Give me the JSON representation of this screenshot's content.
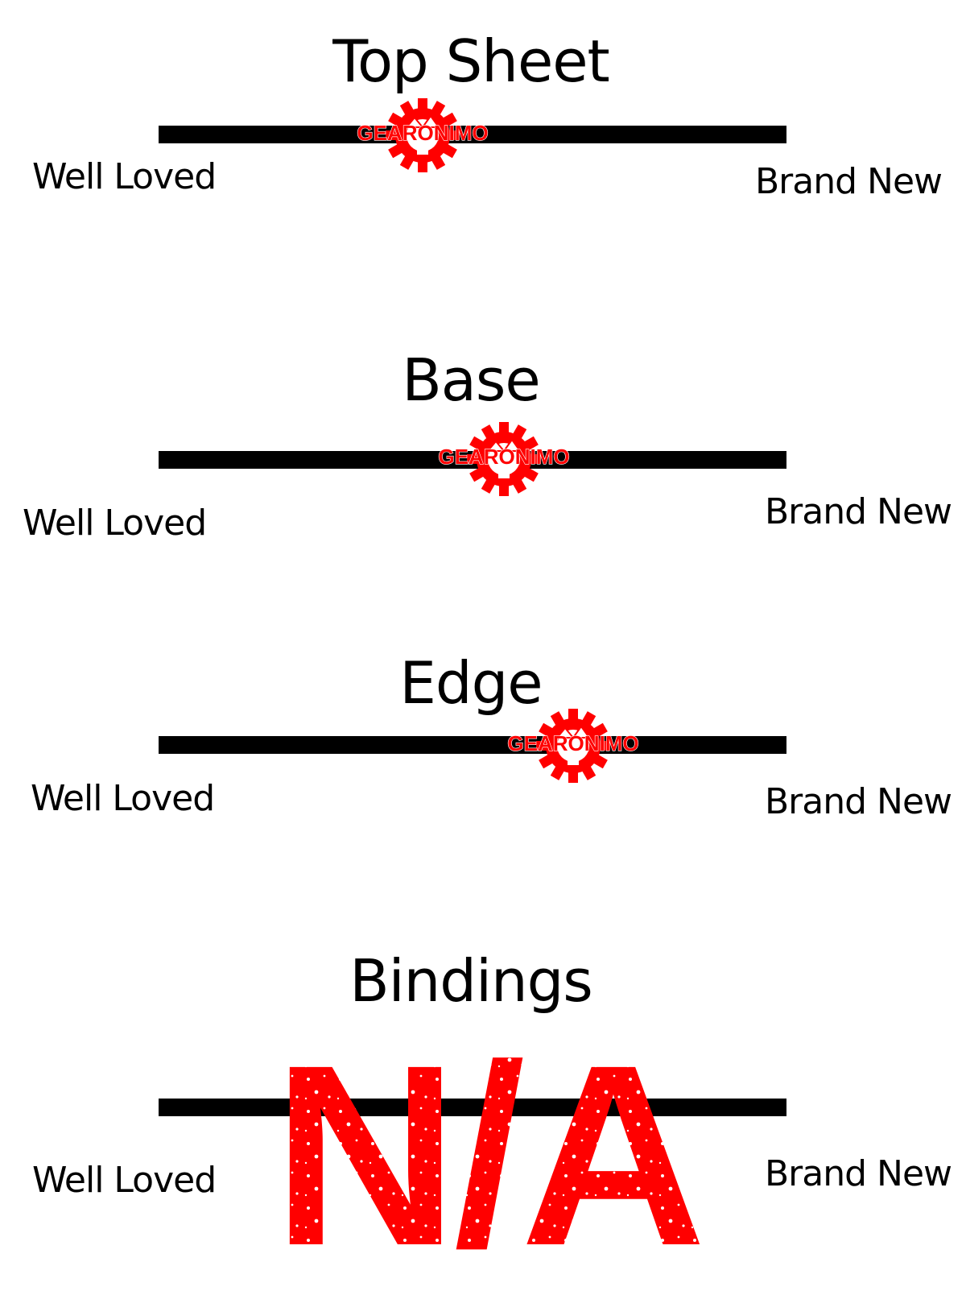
{
  "colors": {
    "accent": "#ff0000",
    "ink": "#000000",
    "background": "#ffffff"
  },
  "sections": [
    {
      "title": "Top Sheet",
      "left_label": "Well Loved",
      "right_label": "Brand New",
      "marker": {
        "icon": "gearonimo-gear-icon",
        "brand": "GEARONIMO",
        "position_fraction": 0.42
      }
    },
    {
      "title": "Base",
      "left_label": "Well Loved",
      "right_label": "Brand New",
      "marker": {
        "icon": "gearonimo-gear-icon",
        "brand": "GEARONIMO",
        "position_fraction": 0.55
      }
    },
    {
      "title": "Edge",
      "left_label": "Well Loved",
      "right_label": "Brand New",
      "marker": {
        "icon": "gearonimo-gear-icon",
        "brand": "GEARONIMO",
        "position_fraction": 0.66
      }
    },
    {
      "title": "Bindings",
      "left_label": "Well Loved",
      "right_label": "Brand New",
      "stamp": "N/A"
    }
  ]
}
